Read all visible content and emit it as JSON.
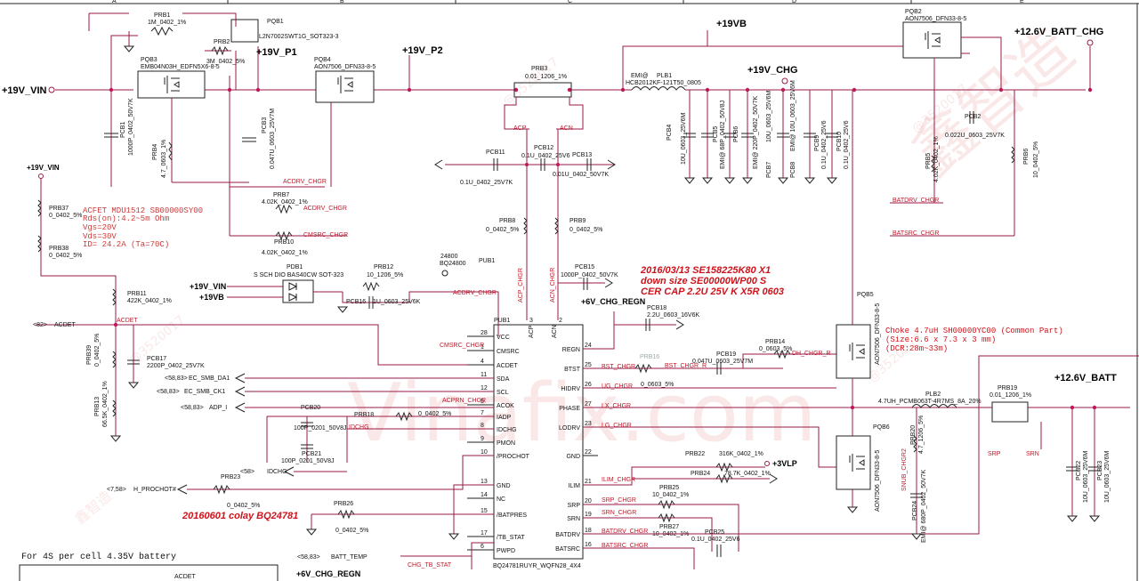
{
  "ruler": {
    "cols": [
      "A",
      "B",
      "C",
      "D",
      "E"
    ]
  },
  "nets": {
    "vin": "+19V_VIN",
    "p1": "+19V_P1",
    "p2": "+19V_P2",
    "vb": "+19VB",
    "chg": "+19V_CHG",
    "batt_chg": "+12.6V_BATT_CHG",
    "batt": "+12.6V_BATT",
    "vin_left": "+19V_VIN",
    "pdb1_vin": "+19V_VIN",
    "pdb1_vb": "+19VB",
    "regn": "+6V_CHG_REGN",
    "regn_bottom": "+6V_CHG_REGN",
    "vlp": "+3VLP"
  },
  "ic": {
    "ref": "PUB1",
    "ref2": "PUB1",
    "part_num": "24800",
    "part_name": "BQ24800",
    "footer": "BQ24781RUYR_WQFN28_4X4",
    "left_pins": [
      {
        "num": "28",
        "name": "VCC"
      },
      {
        "num": "1",
        "name": "CMSRC"
      },
      {
        "num": "4",
        "name": "ACDET"
      },
      {
        "num": "11",
        "name": "SDA"
      },
      {
        "num": "12",
        "name": "SCL"
      },
      {
        "num": "5",
        "name": "ACOK"
      },
      {
        "num": "7",
        "name": "IADP"
      },
      {
        "num": "8",
        "name": "IDCHG"
      },
      {
        "num": "9",
        "name": "PMON"
      },
      {
        "num": "10",
        "name": "/PROCHOT"
      },
      {
        "num": "13",
        "name": "GND"
      },
      {
        "num": "14",
        "name": "NC"
      },
      {
        "num": "15",
        "name": "/BATPRES"
      },
      {
        "num": "17",
        "name": "/TB_STAT"
      },
      {
        "num": "6",
        "name": "PWPD"
      }
    ],
    "right_pins": [
      {
        "num": "24",
        "name": "REGN"
      },
      {
        "num": "25",
        "name": "BTST"
      },
      {
        "num": "26",
        "name": "HIDRV"
      },
      {
        "num": "27",
        "name": "PHASE"
      },
      {
        "num": "23",
        "name": "LODRV"
      },
      {
        "num": "22",
        "name": "GND"
      },
      {
        "num": "21",
        "name": "ILIM"
      },
      {
        "num": "20",
        "name": "SRP"
      },
      {
        "num": "19",
        "name": "SRN"
      },
      {
        "num": "18",
        "name": "BATDRV"
      },
      {
        "num": "16",
        "name": "BATSRC"
      }
    ],
    "top_pins": [
      {
        "num": "3",
        "name": "ACP"
      },
      {
        "num": "2",
        "name": "ACN"
      }
    ]
  },
  "components": {
    "prb1": "PRB1",
    "prb1_v": "1M_0402_1%",
    "pqb1": "PQB1",
    "pqb1_v": "L2N7002SWT1G_SOT323-3",
    "prb2": "PRB2",
    "prb2_v": "3M_0402_5%",
    "pqb3": "PQB3",
    "pqb3_v": "EMB04N03H_EDFN5X6-8-5",
    "pqb4": "PQB4",
    "pqb4_v": "AON7506_DFN33-8-5",
    "pcb1": "PCB1",
    "pcb1_v": "1000P_0402_50V7K",
    "prb4": "PRB4",
    "prb4_v": "4.7_0603_1%",
    "pcb3": "PCB3",
    "pcb3_v": "0.047U_0603_25V7M",
    "prb7": "PRB7",
    "prb7_v": "4.02K_0402_1%",
    "prb10": "PRB10",
    "prb10_v": "4.02K_0402_1%",
    "prb3": "PRB3",
    "prb3_v": "0.01_1206_1%",
    "pcb11": "PCB11",
    "pcb11_v": "0.1U_0402_25V7K",
    "pcb12": "PCB12",
    "pcb12_v": "0.1U_0402_25V6",
    "pcb13": "PCB13",
    "pcb13_v": "0.01U_0402_50V7K",
    "prb8": "PRB8",
    "prb8_v": "0_0402_5%",
    "prb9": "PRB9",
    "prb9_v": "0_0402_5%",
    "plb1": "PLB1",
    "plb1_v": "HCB2012KF-121T50_0805",
    "emi": "EMI@",
    "pcb4": "PCB4",
    "pcb4_v": "10U_0603_25V6M",
    "pcb5": "PCB5",
    "pcb5_v": "EMI@ 68P_0402_50V8J",
    "pcb6": "PCB6",
    "pcb6_v": "EMI@ 220P_0402_50V7K",
    "pcb7": "PCB7",
    "pcb7_v": "10U_0603_25V6M",
    "pcb8": "PCB8",
    "pcb8_v": "EMI@ 10U_0603_25V6M",
    "pcb9": "PCB9",
    "pcb9_v": "0.1U_0402_25V6",
    "pcb10": "PCB10",
    "pcb10_v": "0.1U_0402_25V6",
    "pqb2": "PQB2",
    "pqb2_v": "AON7506_DFN33-8-5",
    "pcb2": "PCB2",
    "pcb2_v": "0.022U_0603_25V7K",
    "prb5": "PRB5",
    "prb5_v": "4.02K_0402_1%",
    "prb6": "PRB6",
    "prb6_v": "10_0402_5%",
    "prb37": "PRB37",
    "prb37_v": "0_0402_5%",
    "prb38": "PRB38",
    "prb38_v": "0_0402_5%",
    "pdb1": "PDB1",
    "pdb1_v": "S SCH DIO BAS40CW SOT-323",
    "prb12": "PRB12",
    "prb12_v": "10_1206_5%",
    "pcb16": "PCB16",
    "pcb16_v": "1U_0603_25V6K",
    "pcb15": "PCB15",
    "pcb15_v": "1000P_0402_50V7K",
    "pcb18": "PCB18",
    "pcb18_v": "2.2U_0603_16V6K",
    "prb11": "PRB11",
    "prb11_v": "422K_0402_1%",
    "prb39": "PRB39",
    "prb39_v": "0_0402_5%",
    "prb13": "PRB13",
    "prb13_v": "66.5K_0402_1%",
    "pcb17": "PCB17",
    "pcb17_v": "2200P_0402_25V7K",
    "prb14": "PRB14",
    "prb14_v": "0_0603_5%",
    "prb16": "PRB16",
    "prb16_v": "0_0603_5%",
    "pcb19": "PCB19",
    "pcb19_v": "0.047U_0603_25V7M",
    "pqb5": "PQB5",
    "pqb5_v": "AON7506_DFN33-8-5",
    "pqb6": "PQB6",
    "pqb6_v": "AON7506_DFN33-8-5",
    "plb2": "PLB2",
    "plb2_v": "4.7UH_PCMB063T-4R7MS_8A_20%",
    "prb19": "PRB19",
    "prb19_v": "0.01_1206_1%",
    "prb20": "PRB20",
    "prb20_v": "4.7_1206_5%",
    "pcb24": "PCB24",
    "pcb24_v": "EMI@ 680P_0402_50V7K",
    "pcb22": "PCB22",
    "pcb22_v": "10U_0603_25V6M",
    "pcb23": "PCB23",
    "pcb23_v": "10U_0603_25V6M",
    "pcb20": "PCB20",
    "pcb20_v": "100P_0201_50V8J",
    "prb18": "PRB18",
    "prb18_v": "0_0402_5%",
    "pcb21": "PCB21",
    "pcb21_v": "100P_0201_50V8J",
    "prb23": "PRB23",
    "prb23_v": "0_0402_5%",
    "prb26": "PRB26",
    "prb26_v": "0_0402_5%",
    "prb22": "PRB22",
    "prb22_v": "316K_0402_1%",
    "prb24": "PRB24",
    "prb24_v": "78.7K_0402_1%",
    "prb25": "PRB25",
    "prb25_v": "10_0402_1%",
    "prb27": "PRB27",
    "prb27_v": "10_0402_1%",
    "pcb25": "PCB25",
    "pcb25_v": "0.1U_0402_25V6"
  },
  "signals": {
    "acdrv": "ACDRV_CHGR",
    "acdrv2": "ACDRV_CHGR",
    "acdrv3": "ACDRV_CHGR",
    "cmsrc": "CMSRC_CHGR",
    "cmsrc2": "CMSRC_CHGR",
    "acp": "ACP",
    "acn": "ACN",
    "acp_chgr": "ACP_CHGR",
    "acn_chgr": "ACN_CHGR",
    "acdet": "ACDET",
    "acdet_ref": "<82>",
    "acdet_red": "ACDET",
    "sda": "EC_SMB_DA1",
    "sda_ref": "<58,83>",
    "scl": "EC_SMB_CK1",
    "scl_ref": "<58,83>",
    "acprn": "ACPRN_CHGR",
    "adp": "ADP_I",
    "adp_ref": "<58,83>",
    "idchg": "IDCHG",
    "idchg_red": "IDCHG",
    "idchg_ref": "<58>",
    "prochot": "H_PROCHOT#",
    "prochot_ref": "<7,58>",
    "batt_temp": "BATT_TEMP",
    "batt_temp_ref": "<58,83>",
    "chg_tb": "CHG_TB_STAT",
    "bst": "BST_CHGR",
    "bst2": "BST_CHGR_R",
    "ug": "UG_CHGR",
    "lx": "LX_CHGR",
    "lg": "LG_CHGR",
    "dh": "DH_CHGR_R",
    "ilim": "ILIM_CHGR",
    "srp": "SRP_CHGR",
    "srn": "SRN_CHGR",
    "batdrv": "BATDRV_CHGR",
    "batsrc": "BATSRC_CHGR",
    "batdrv_top": "BATDRV_CHGR",
    "batsrc_top": "BATSRC_CHGR",
    "srp_lbl": "SRP",
    "srn_lbl": "SRN",
    "snub": "SNUB_CHGR2",
    "acdet_box": "ACDET"
  },
  "notes": {
    "acfet": [
      "ACFET MDU1512 SB00000SY00",
      "Rds(on):4.2~5m Ohm",
      "Vgs=20V",
      "Vds=30V",
      "ID= 24.2A (Ta=70C)"
    ],
    "date": "2016/03/13  SE158225K80  X1",
    "downsize": "down size SE00000WP00  S",
    "cercap": "CER CAP 2.2U 25V K X5R 0603",
    "choke": [
      "Choke 4.7uH SH00000YC00 (Common Part)",
      "(Size:6.6 x 7.3 x 3 mm)",
      "(DCR:28m~33m)"
    ],
    "colay": "20160601 colay BQ24781",
    "battery": "For 4S per cell 4.35V battery"
  },
  "watermarks": {
    "big": "Vinafix.com",
    "cn": "鑫智造",
    "id": "@3520017"
  },
  "colors": {
    "wire": "#9a1b4a",
    "dot": "#c2185b",
    "red_text": "#d0121a"
  }
}
